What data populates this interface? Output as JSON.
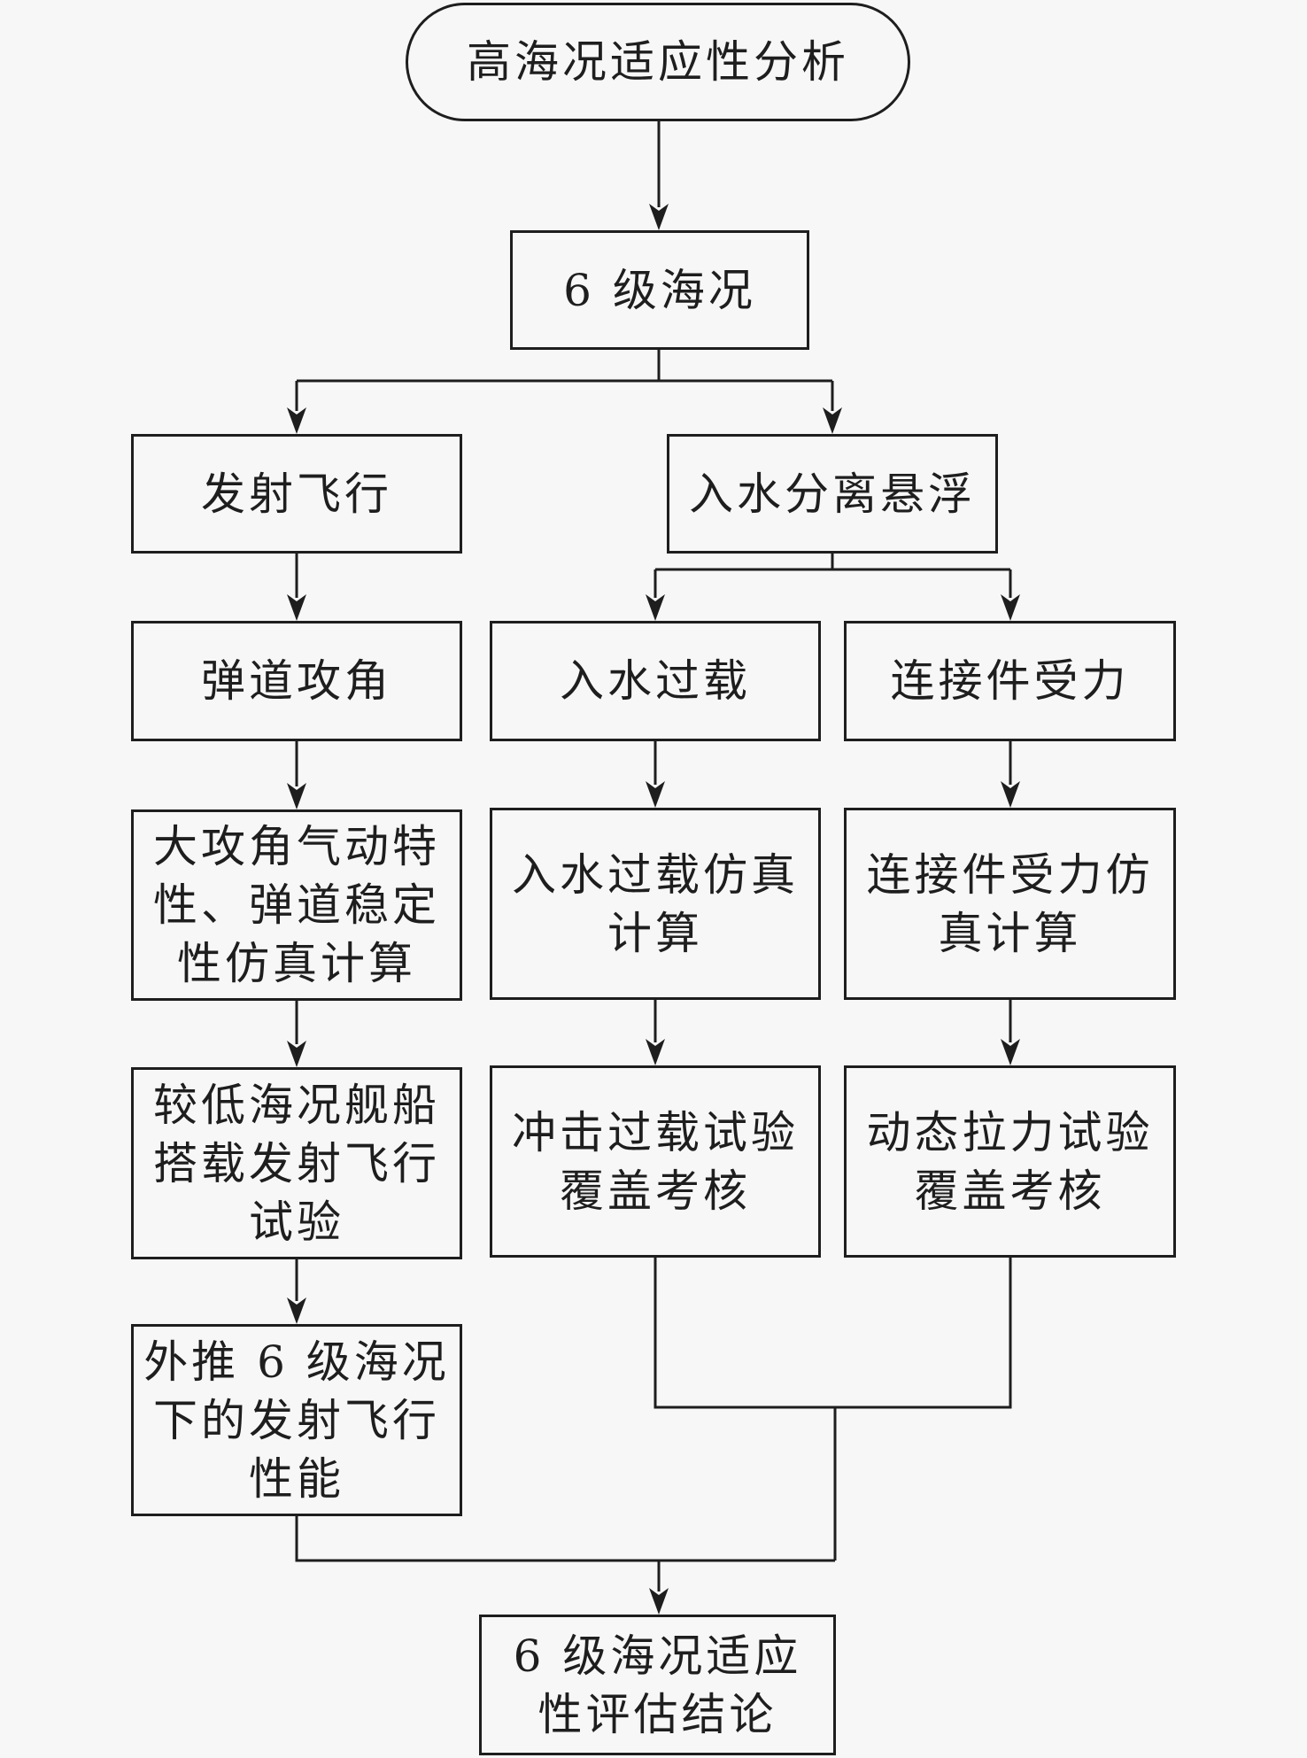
{
  "colors": {
    "background": "#f7f7f7",
    "stroke": "#1e1e1e"
  },
  "nodes": {
    "start": {
      "lines": [
        "高海况适应性分析"
      ]
    },
    "sea_state": {
      "lines": [
        "6 级海况"
      ]
    },
    "launch_flight": {
      "lines": [
        "发射飞行"
      ]
    },
    "water_entry": {
      "lines": [
        "入水分离悬浮"
      ]
    },
    "ballistic_aoa": {
      "lines": [
        "弹道攻角"
      ]
    },
    "entry_overload": {
      "lines": [
        "入水过载"
      ]
    },
    "connector_force": {
      "lines": [
        "连接件受力"
      ]
    },
    "aero_sim": {
      "lines": [
        "大攻角气动特",
        "性、弹道稳定",
        "性仿真计算"
      ]
    },
    "overload_sim": {
      "lines": [
        "入水过载仿真",
        "计算"
      ]
    },
    "force_sim": {
      "lines": [
        "连接件受力仿",
        "真计算"
      ]
    },
    "ship_test": {
      "lines": [
        "较低海况舰船",
        "搭载发射飞行",
        "试验"
      ]
    },
    "impact_test": {
      "lines": [
        "冲击过载试验",
        "覆盖考核"
      ]
    },
    "tension_test": {
      "lines": [
        "动态拉力试验",
        "覆盖考核"
      ]
    },
    "extrapolate": {
      "lines": [
        "外推 6 级海况",
        "下的发射飞行",
        "性能"
      ]
    },
    "conclusion": {
      "lines": [
        "6 级海况适应",
        "性评估结论"
      ]
    }
  }
}
